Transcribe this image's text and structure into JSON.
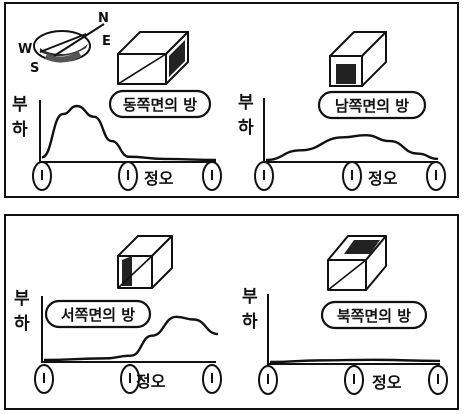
{
  "compass": {
    "north": "N",
    "east": "E",
    "west": "W",
    "south": "S"
  },
  "charts": [
    {
      "room_label": "동쪽면의 방",
      "y_label_top": "부",
      "y_label_bottom": "하",
      "noon_label": "정오",
      "load_curve": [
        [
          0,
          0.05
        ],
        [
          0.12,
          0.85
        ],
        [
          0.2,
          1.0
        ],
        [
          0.3,
          0.8
        ],
        [
          0.4,
          0.35
        ],
        [
          0.5,
          0.06
        ],
        [
          0.7,
          0.02
        ],
        [
          1.0,
          0.0
        ]
      ]
    },
    {
      "room_label": "남쪽면의 방",
      "y_label_top": "부",
      "y_label_bottom": "하",
      "noon_label": "정오",
      "load_curve": [
        [
          0,
          0.0
        ],
        [
          0.2,
          0.18
        ],
        [
          0.45,
          0.42
        ],
        [
          0.58,
          0.46
        ],
        [
          0.72,
          0.35
        ],
        [
          0.88,
          0.12
        ],
        [
          1.0,
          0.02
        ]
      ]
    },
    {
      "room_label": "서쪽면의 방",
      "y_label_top": "부",
      "y_label_bottom": "하",
      "noon_label": "정오",
      "load_curve": [
        [
          0,
          0.0
        ],
        [
          0.35,
          0.03
        ],
        [
          0.5,
          0.08
        ],
        [
          0.62,
          0.45
        ],
        [
          0.76,
          0.8
        ],
        [
          0.86,
          0.75
        ],
        [
          1.0,
          0.48
        ]
      ]
    },
    {
      "room_label": "북쪽면의 방",
      "y_label_top": "부",
      "y_label_bottom": "하",
      "noon_label": "정오",
      "load_curve": [
        [
          0,
          0.0
        ],
        [
          0.3,
          0.03
        ],
        [
          0.6,
          0.04
        ],
        [
          1.0,
          0.02
        ]
      ]
    }
  ]
}
